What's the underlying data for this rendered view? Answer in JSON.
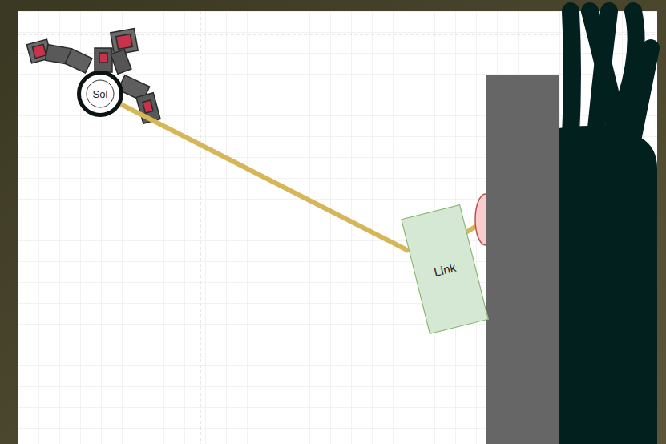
{
  "diagram": {
    "nodes": [
      {
        "text": [
          "Sol"
        ]
      },
      {
        "text": [
          "Link"
        ]
      }
    ],
    "edges": [
      {
        "from": 0,
        "to": 1,
        "arrow": "none"
      }
    ]
  }
}
